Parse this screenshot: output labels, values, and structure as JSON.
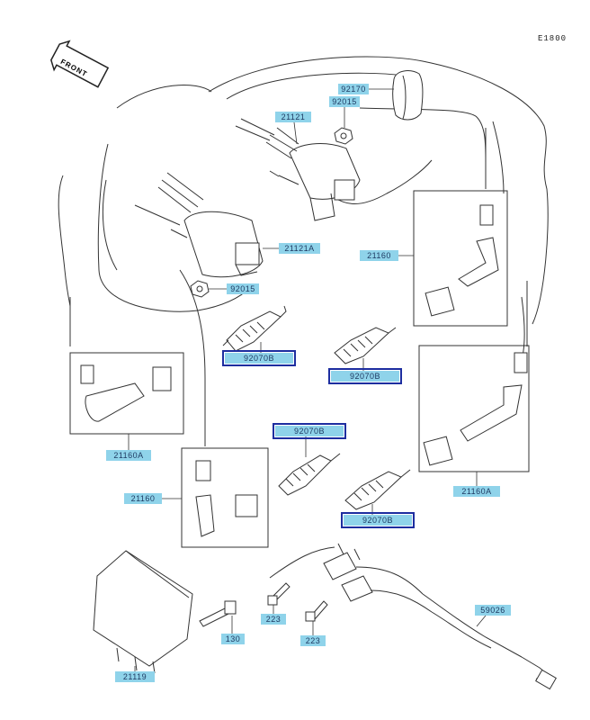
{
  "diagram": {
    "code": "E1800",
    "front_label": "FRONT",
    "part_labels": {
      "p92170": "92170",
      "p92015_top": "92015",
      "p21121": "21121",
      "p21121a": "21121A",
      "p92015_mid": "92015",
      "p21160_right": "21160",
      "p92070b_left": "92070B",
      "p92070b_center": "92070B",
      "p92070b_mid": "92070B",
      "p92070b_lower": "92070B",
      "p21160a_left": "21160A",
      "p21160_lower": "21160",
      "p21160a_right": "21160A",
      "p223_left": "223",
      "p223_right": "223",
      "p130": "130",
      "p59026": "59026",
      "p21119": "21119"
    }
  }
}
